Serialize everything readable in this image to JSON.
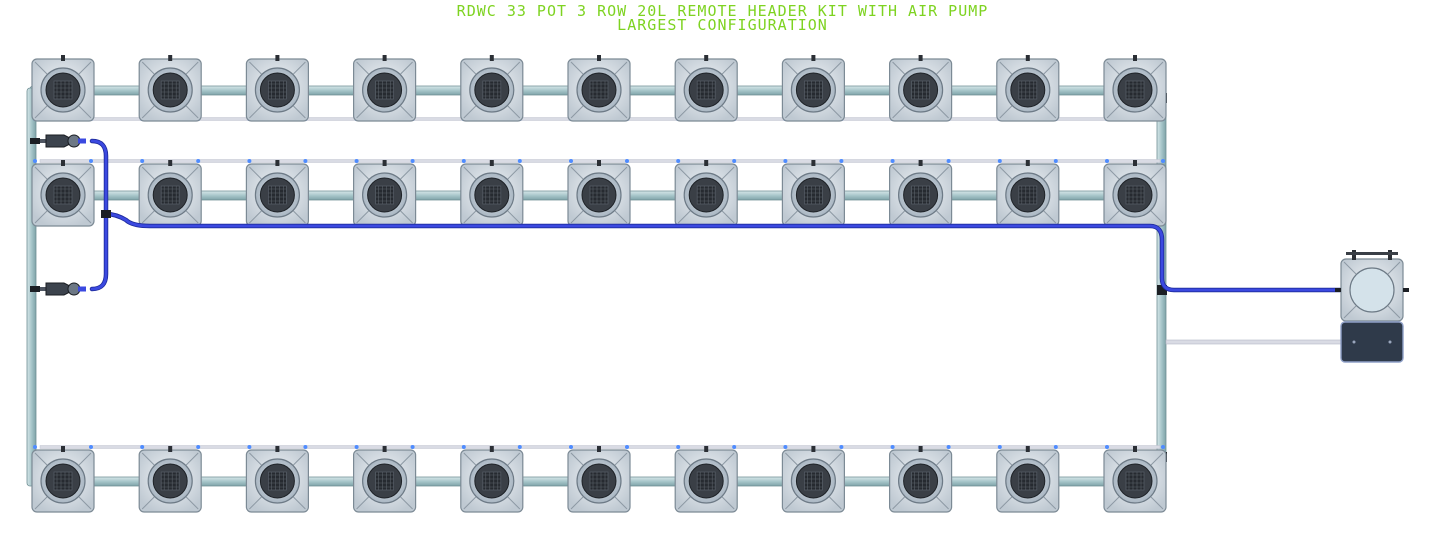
{
  "title": {
    "line1": "RDWC 33 POT 3 ROW 20L REMOTE HEADER KIT WITH AIR PUMP",
    "line2": "LARGEST CONFIGURATION"
  },
  "layout_info": {
    "rows": 3,
    "pots_per_row": 11
  },
  "colors": {
    "title": "#7ed321",
    "pipe": "#a9c9cd",
    "pot_body": "#dfe5ea",
    "pot_edge": "#7c8a95",
    "air_line": "#3b49e0",
    "drain_line": "#d9dbe4",
    "pump_box": "#2f3a4a"
  }
}
